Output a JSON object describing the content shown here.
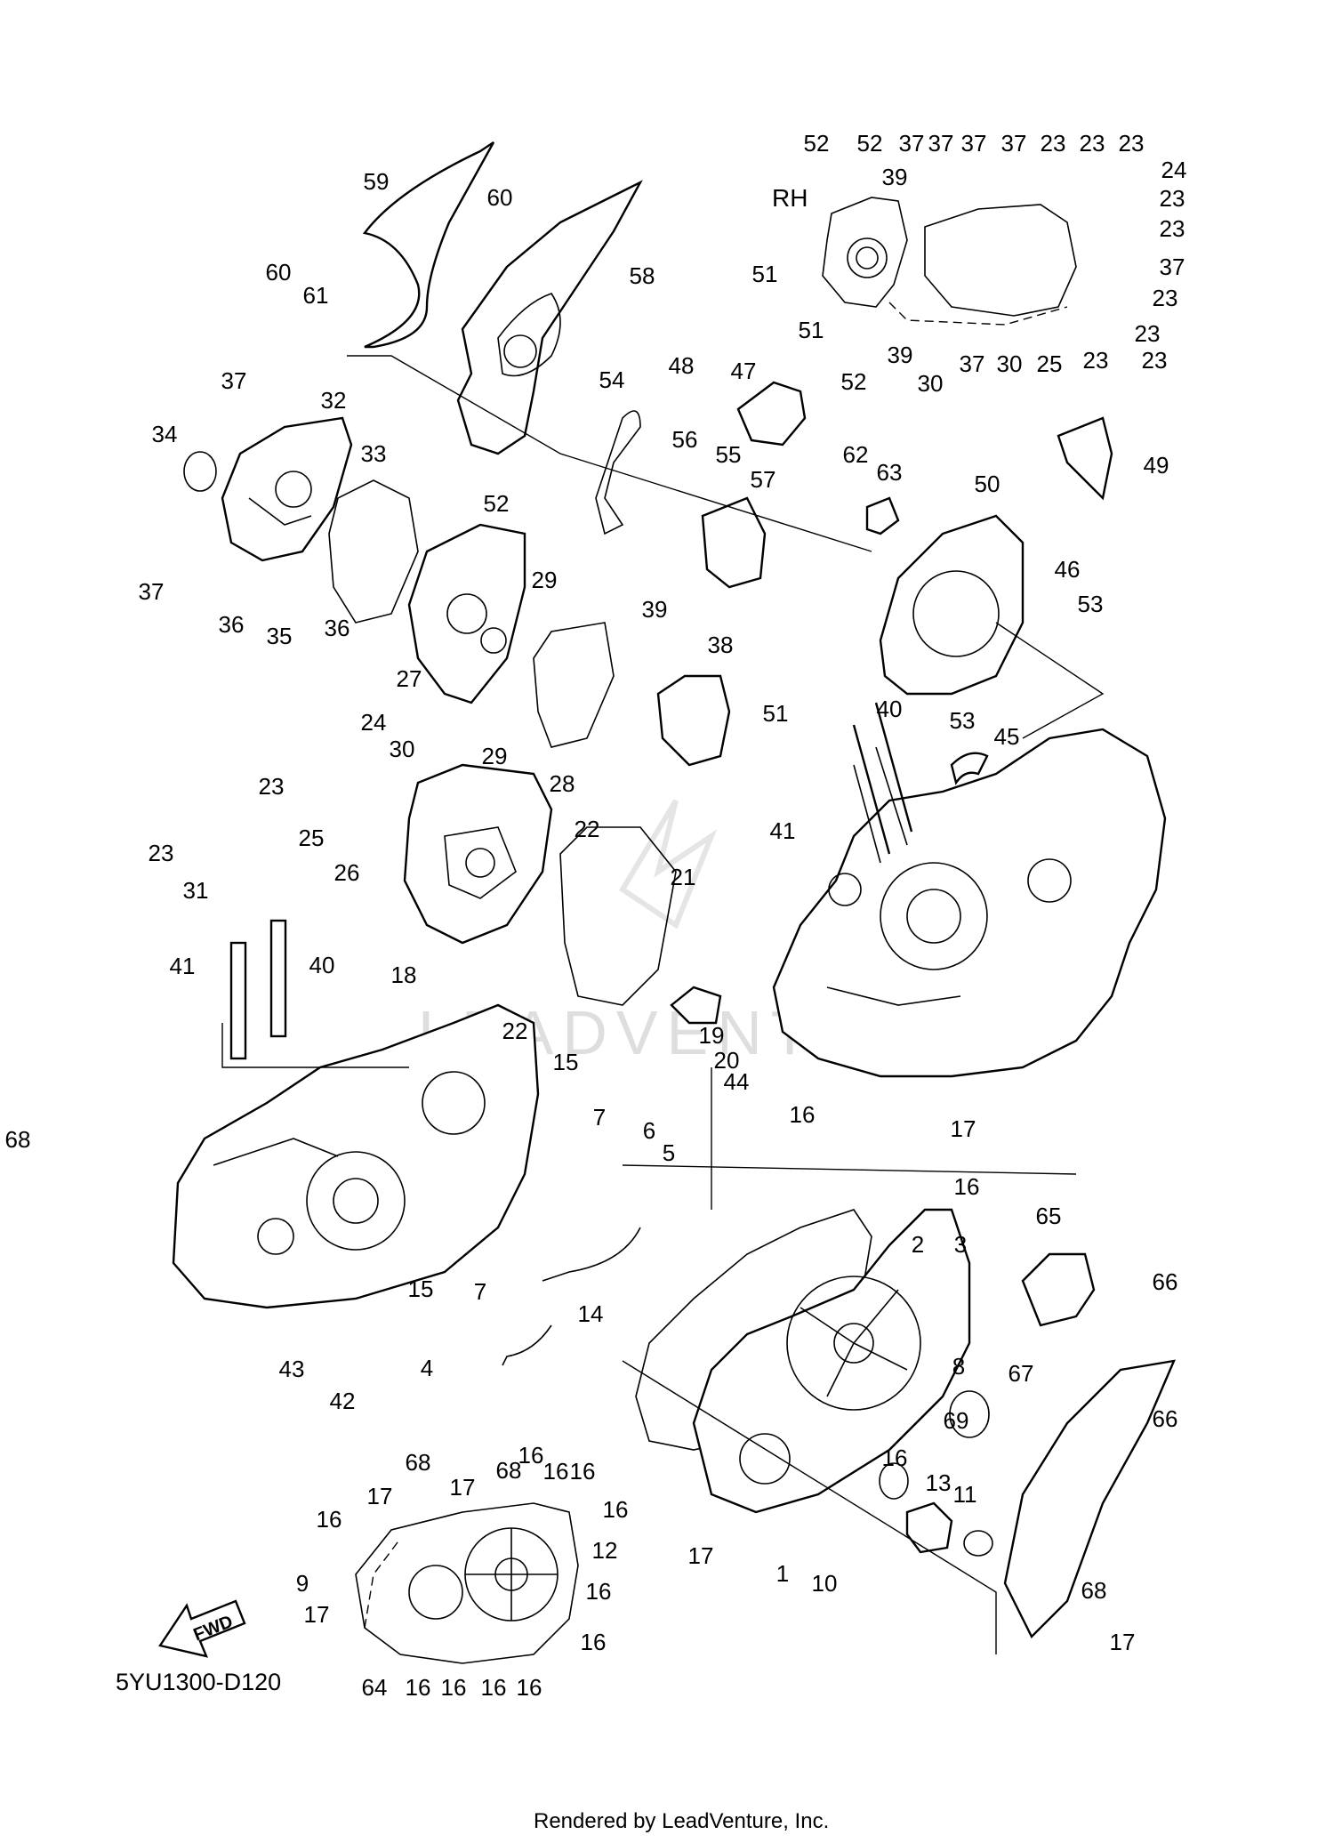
{
  "diagram": {
    "side_label": "RH",
    "direction_label": "FWD",
    "code": "5YU1300-D120",
    "footer": "Rendered by LeadVenture, Inc.",
    "watermark": "LEADVENTURE"
  },
  "callouts": [
    {
      "text": "59"
    },
    {
      "text": "60"
    },
    {
      "text": "58"
    },
    {
      "text": "60"
    },
    {
      "text": "61"
    },
    {
      "text": "52"
    },
    {
      "text": "52"
    },
    {
      "text": "37"
    },
    {
      "text": "37"
    },
    {
      "text": "37"
    },
    {
      "text": "37"
    },
    {
      "text": "23"
    },
    {
      "text": "23"
    },
    {
      "text": "23"
    },
    {
      "text": "24"
    },
    {
      "text": "23"
    },
    {
      "text": "23"
    },
    {
      "text": "37"
    },
    {
      "text": "23"
    },
    {
      "text": "23"
    },
    {
      "text": "23"
    },
    {
      "text": "23"
    },
    {
      "text": "39"
    },
    {
      "text": "51"
    },
    {
      "text": "51"
    },
    {
      "text": "52"
    },
    {
      "text": "39"
    },
    {
      "text": "30"
    },
    {
      "text": "37"
    },
    {
      "text": "30"
    },
    {
      "text": "25"
    },
    {
      "text": "37"
    },
    {
      "text": "32"
    },
    {
      "text": "34"
    },
    {
      "text": "33"
    },
    {
      "text": "37"
    },
    {
      "text": "36"
    },
    {
      "text": "35"
    },
    {
      "text": "36"
    },
    {
      "text": "54"
    },
    {
      "text": "52"
    },
    {
      "text": "48"
    },
    {
      "text": "47"
    },
    {
      "text": "56"
    },
    {
      "text": "55"
    },
    {
      "text": "57"
    },
    {
      "text": "62"
    },
    {
      "text": "63"
    },
    {
      "text": "50"
    },
    {
      "text": "49"
    },
    {
      "text": "46"
    },
    {
      "text": "53"
    },
    {
      "text": "29"
    },
    {
      "text": "27"
    },
    {
      "text": "39"
    },
    {
      "text": "38"
    },
    {
      "text": "51"
    },
    {
      "text": "53"
    },
    {
      "text": "40"
    },
    {
      "text": "45"
    },
    {
      "text": "24"
    },
    {
      "text": "30"
    },
    {
      "text": "29"
    },
    {
      "text": "28"
    },
    {
      "text": "23"
    },
    {
      "text": "22"
    },
    {
      "text": "23"
    },
    {
      "text": "25"
    },
    {
      "text": "26"
    },
    {
      "text": "31"
    },
    {
      "text": "41"
    },
    {
      "text": "21"
    },
    {
      "text": "41"
    },
    {
      "text": "40"
    },
    {
      "text": "18"
    },
    {
      "text": "22"
    },
    {
      "text": "19"
    },
    {
      "text": "20"
    },
    {
      "text": "15"
    },
    {
      "text": "44"
    },
    {
      "text": "16"
    },
    {
      "text": "7"
    },
    {
      "text": "6"
    },
    {
      "text": "17"
    },
    {
      "text": "5"
    },
    {
      "text": "16"
    },
    {
      "text": "65"
    },
    {
      "text": "2"
    },
    {
      "text": "3"
    },
    {
      "text": "66"
    },
    {
      "text": "15"
    },
    {
      "text": "7"
    },
    {
      "text": "14"
    },
    {
      "text": "43"
    },
    {
      "text": "42"
    },
    {
      "text": "4"
    },
    {
      "text": "8"
    },
    {
      "text": "67"
    },
    {
      "text": "66"
    },
    {
      "text": "69"
    },
    {
      "text": "68"
    },
    {
      "text": "16"
    },
    {
      "text": "68"
    },
    {
      "text": "17"
    },
    {
      "text": "16"
    },
    {
      "text": "16"
    },
    {
      "text": "16"
    },
    {
      "text": "17"
    },
    {
      "text": "16"
    },
    {
      "text": "16"
    },
    {
      "text": "13"
    },
    {
      "text": "11"
    },
    {
      "text": "12"
    },
    {
      "text": "17"
    },
    {
      "text": "1"
    },
    {
      "text": "10"
    },
    {
      "text": "9"
    },
    {
      "text": "16"
    },
    {
      "text": "17"
    },
    {
      "text": "68"
    },
    {
      "text": "64"
    },
    {
      "text": "16"
    },
    {
      "text": "16"
    },
    {
      "text": "16"
    },
    {
      "text": "16"
    },
    {
      "text": "16"
    },
    {
      "text": "17"
    },
    {
      "text": "68"
    }
  ]
}
